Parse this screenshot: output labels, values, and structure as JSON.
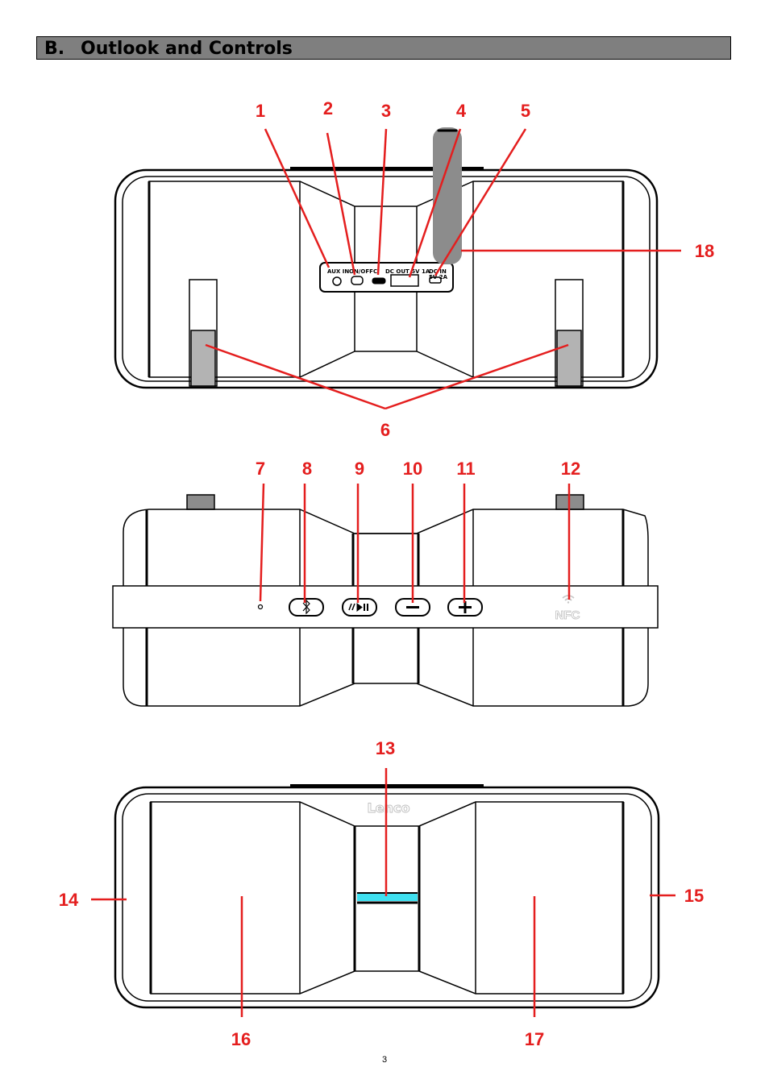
{
  "header": {
    "number": "B.",
    "title": "Outlook and Controls"
  },
  "ports": {
    "aux": "AUX IN",
    "onoff": "ON/OFF",
    "c": "C",
    "dcout": "DC OUT 5V 1A",
    "dcin": "DC IN",
    "dcin_spec": "5V 2A"
  },
  "top_panel": {
    "nfc_label": "NFC"
  },
  "brand": {
    "logo_text": "Lenco"
  },
  "callouts": [
    "1",
    "2",
    "3",
    "4",
    "5",
    "6",
    "7",
    "8",
    "9",
    "10",
    "11",
    "12",
    "13",
    "14",
    "15",
    "16",
    "17",
    "18"
  ],
  "page_number": "3"
}
